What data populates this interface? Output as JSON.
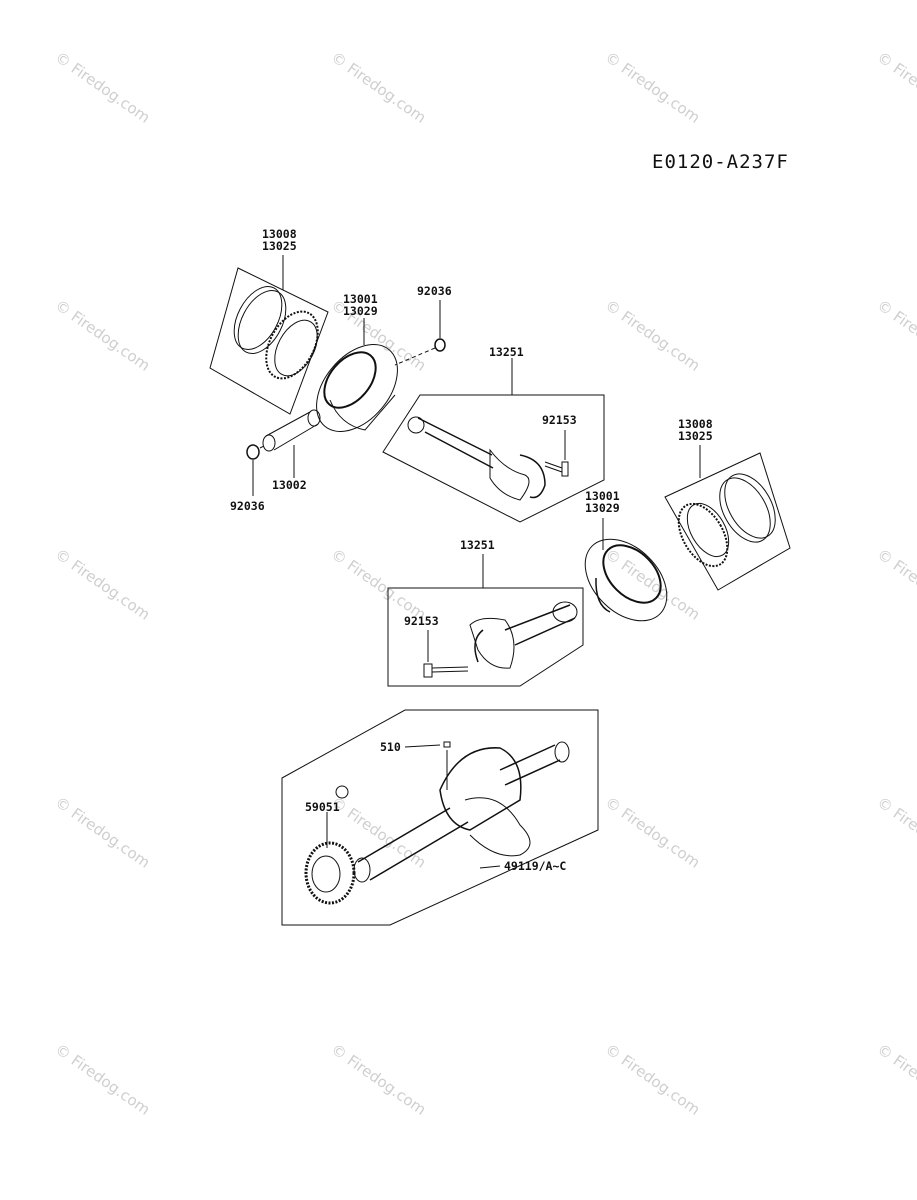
{
  "diagram": {
    "code": "E0120-A237F",
    "watermark": "© Firedog.com"
  },
  "parts": {
    "rings_upper": [
      "13008",
      "13025"
    ],
    "piston_upper": [
      "13001",
      "13029"
    ],
    "circlip_top": "92036",
    "conrod_upper": "13251",
    "bolt_upper": "92153",
    "pin": "13002",
    "circlip_bottom": "92036",
    "rings_right": [
      "13008",
      "13025"
    ],
    "piston_right": [
      "13001",
      "13029"
    ],
    "conrod_lower": "13251",
    "bolt_lower": "92153",
    "key": "510",
    "gear": "59051",
    "crankshaft": "49119/A~C"
  }
}
